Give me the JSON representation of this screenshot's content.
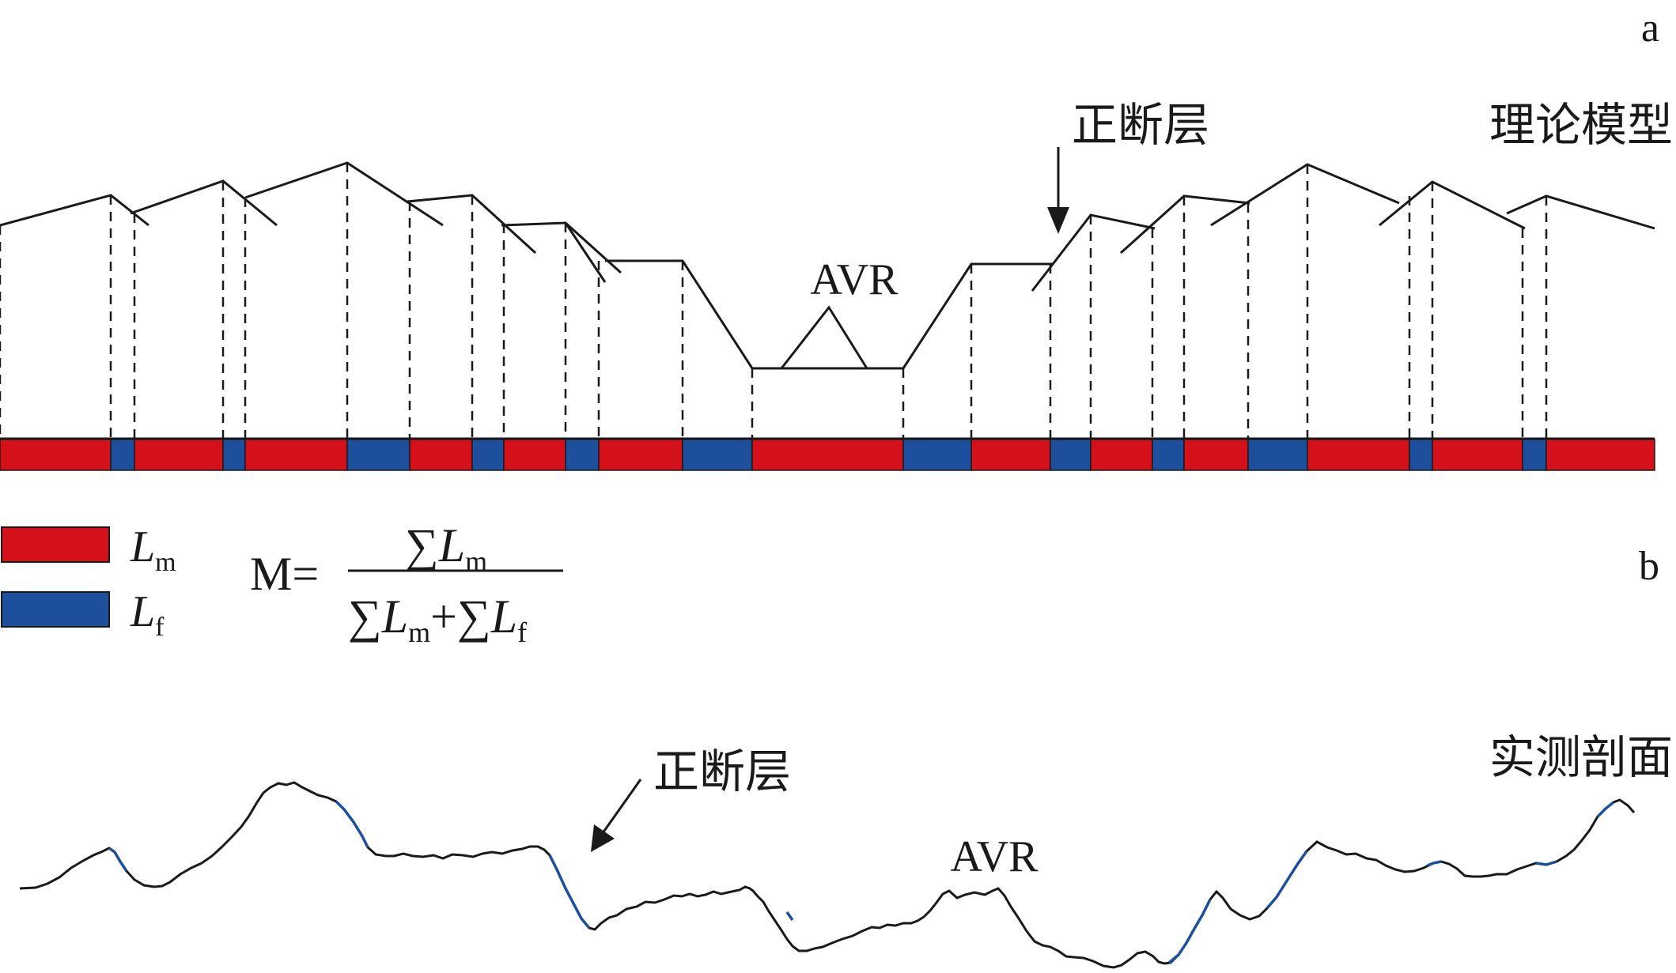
{
  "panel_a": {
    "label": "a",
    "model_title": "理论模型",
    "fault_label": "正断层",
    "avr_label": "AVR"
  },
  "legend": {
    "lm_symbol": "L",
    "lm_subscript": "m",
    "lf_symbol": "L",
    "lf_subscript": "f",
    "colors": {
      "mountain_front": "#d4101a",
      "fault_facet": "#1e4f9c"
    }
  },
  "formula": {
    "lhs": "M=",
    "sum_symbol": "∑",
    "numerator_var": "L",
    "numerator_sub": "m",
    "plus": "+",
    "denominator_var1": "L",
    "denominator_sub1": "m",
    "denominator_var2": "L",
    "denominator_sub2": "f"
  },
  "panel_b": {
    "label": "b",
    "profile_title": "实测剖面",
    "fault_label": "正断层",
    "avr_label": "AVR"
  },
  "strip": {
    "sequence": [
      "m",
      "f",
      "m",
      "f",
      "m",
      "f",
      "m",
      "f",
      "m",
      "f",
      "m",
      "f",
      "m",
      "f",
      "m",
      "f",
      "m",
      "f",
      "m",
      "f",
      "m",
      "f",
      "m"
    ]
  }
}
